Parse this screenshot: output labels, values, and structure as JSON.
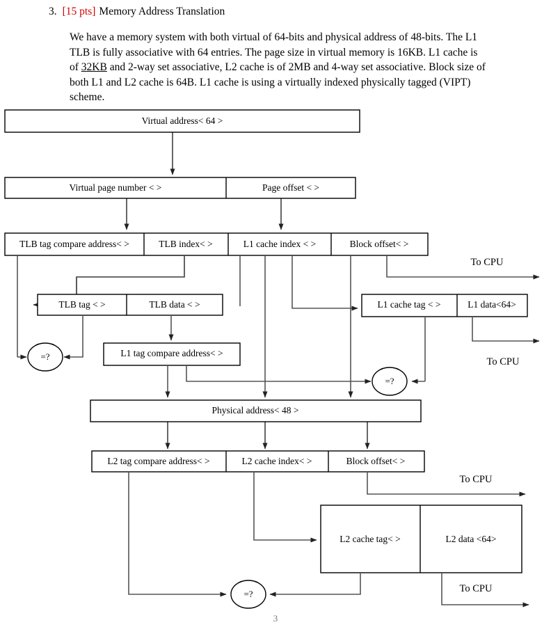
{
  "question": {
    "number": "3.",
    "points": "[15 pts]",
    "title": "Memory Address Translation",
    "body_line1": "We have a memory system with both virtual of 64-bits and physical address of 48-bits. The",
    "body_line2": "L1 TLB is fully associative with 64 entries. The page size in virtual memory is 16KB. L1",
    "body_line3a": "cache is of ",
    "body_line3b": "32KB",
    "body_line3c": " and 2-way set associative, L2 cache is of 2MB and 4-way set associative.",
    "body_line4": "Block size of both L1 and L2 cache is 64B. L1 cache is using a virtually indexed physically",
    "body_line5": "tagged (VIPT) scheme."
  },
  "diagram": {
    "virtual_address": "Virtual address< 64 >",
    "virtual_page_number": "Virtual page number <   >",
    "page_offset": "Page offset <    >",
    "tlb_tag_compare_address": "TLB tag compare address< >",
    "tlb_index": "TLB index< >",
    "l1_cache_index": "L1 cache index < >",
    "block_offset_1": "Block offset<   >",
    "tlb_tag": "TLB tag <   >",
    "tlb_data": "TLB data <   >",
    "l1_cache_tag": "L1 cache tag < >",
    "l1_data": "L1 data<64>",
    "l1_tag_compare_address": "L1 tag compare address< >",
    "equal_1": "=?",
    "equal_2": "=?",
    "equal_3": "=?",
    "physical_address": "Physical address< 48 >",
    "l2_tag_compare_address": "L2 tag compare address< >",
    "l2_cache_index": "L2 cache index< >",
    "block_offset_2": "Block offset< >",
    "l2_cache_tag": "L2 cache tag< >",
    "l2_data": "L2 data <64>",
    "to_cpu_1": "To CPU",
    "to_cpu_2": "To CPU",
    "to_cpu_3": "To CPU",
    "to_cpu_4": "To CPU"
  },
  "footer": {
    "page_number": "3"
  },
  "colors": {
    "points_red": "#cc0000",
    "line_gray": "#555555",
    "box_stroke": "#000000"
  }
}
